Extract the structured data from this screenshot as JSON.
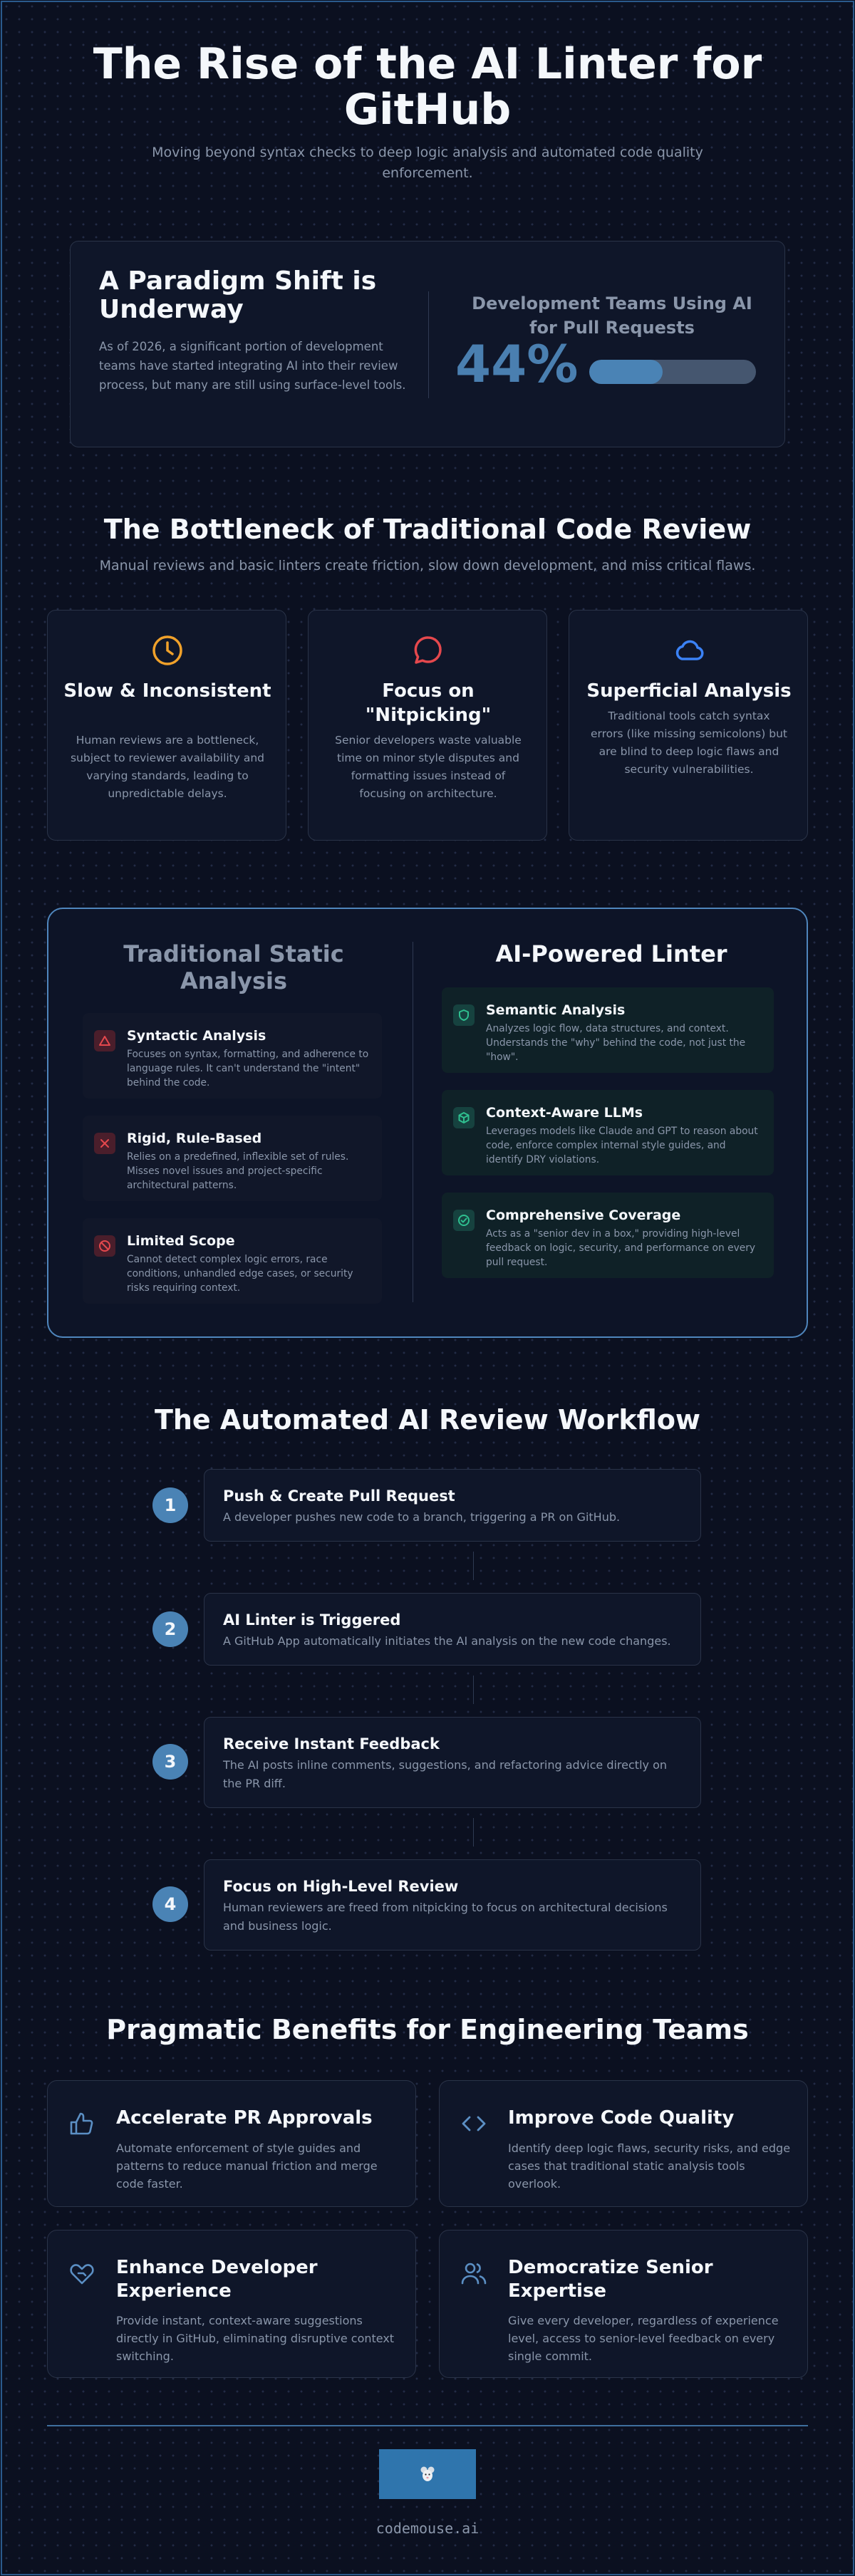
{
  "header": {
    "title": "The Rise of the AI Linter for GitHub",
    "subtitle": "Moving beyond syntax checks to deep logic analysis and automated code quality enforcement."
  },
  "paradigm": {
    "title": "A Paradigm Shift is Underway",
    "text": "As of 2026, a significant portion of development teams have started integrating AI into their review process, but many are still using surface-level tools.",
    "stat_label": "Development Teams Using AI for Pull Requests",
    "stat_value": "44%",
    "stat_fraction": 0.44,
    "accent": "#4a83b5"
  },
  "bottleneck": {
    "title": "The Bottleneck of Traditional Code Review",
    "subtitle": "Manual reviews and basic linters create friction, slow down development, and miss critical flaws.",
    "cards": [
      {
        "icon": "clock-icon",
        "color": "#f0a12a",
        "title": "Slow & Inconsistent",
        "text": "Human reviews are a bottleneck, subject to reviewer availability and varying standards, leading to unpredictable delays."
      },
      {
        "icon": "chat-bubble-icon",
        "color": "#e5484d",
        "title": "Focus on \"Nitpicking\"",
        "text": "Senior developers waste valuable time on minor style disputes and formatting issues instead of focusing on architecture."
      },
      {
        "icon": "cloud-icon",
        "color": "#3b82f6",
        "title": "Superficial Analysis",
        "text": "Traditional tools catch syntax errors (like missing semicolons) but are blind to deep logic flaws and security vulnerabilities."
      }
    ]
  },
  "comparison": {
    "left_title": "Traditional Static Analysis",
    "right_title": "AI-Powered Linter",
    "left_items": [
      {
        "icon": "warning-triangle-icon",
        "title": "Syntactic Analysis",
        "text": "Focuses on syntax, formatting, and adherence to language rules. It can't understand the \"intent\" behind the code."
      },
      {
        "icon": "x-icon",
        "title": "Rigid, Rule-Based",
        "text": "Relies on a predefined, inflexible set of rules. Misses novel issues and project-specific architectural patterns."
      },
      {
        "icon": "ban-icon",
        "title": "Limited Scope",
        "text": "Cannot detect complex logic errors, race conditions, unhandled edge cases, or security risks requiring context."
      }
    ],
    "right_items": [
      {
        "icon": "shield-icon",
        "title": "Semantic Analysis",
        "text": "Analyzes logic flow, data structures, and context. Understands the \"why\" behind the code, not just the \"how\"."
      },
      {
        "icon": "cube-icon",
        "title": "Context-Aware LLMs",
        "text": "Leverages models like Claude and GPT to reason about code, enforce complex internal style guides, and identify DRY violations."
      },
      {
        "icon": "check-circle-icon",
        "title": "Comprehensive Coverage",
        "text": "Acts as a \"senior dev in a box,\" providing high-level feedback on logic, security, and performance on every pull request."
      }
    ],
    "left_icon_color": "#e5484d",
    "right_icon_color": "#2fbf8f"
  },
  "workflow": {
    "title": "The Automated AI Review Workflow",
    "steps": [
      {
        "number": "1",
        "title": "Push & Create Pull Request",
        "text": "A developer pushes new code to a branch, triggering a PR on GitHub."
      },
      {
        "number": "2",
        "title": "AI Linter is Triggered",
        "text": "A GitHub App automatically initiates the AI analysis on the new code changes."
      },
      {
        "number": "3",
        "title": "Receive Instant Feedback",
        "text": "The AI posts inline comments, suggestions, and refactoring advice directly on the PR diff."
      },
      {
        "number": "4",
        "title": "Focus on High-Level Review",
        "text": "Human reviewers are freed from nitpicking to focus on architectural decisions and business logic."
      }
    ]
  },
  "benefits": {
    "title": "Pragmatic Benefits for Engineering Teams",
    "cards": [
      {
        "icon": "thumbs-up-icon",
        "title": "Accelerate PR Approvals",
        "text": "Automate enforcement of style guides and patterns to reduce manual friction and merge code faster."
      },
      {
        "icon": "code-brackets-icon",
        "title": "Improve Code Quality",
        "text": "Identify deep logic flaws, security risks, and edge cases that traditional static analysis tools overlook."
      },
      {
        "icon": "heart-hand-icon",
        "title": "Enhance Developer Experience",
        "text": "Provide instant, context-aware suggestions directly in GitHub, eliminating disruptive context switching."
      },
      {
        "icon": "users-icon",
        "title": "Democratize Senior Expertise",
        "text": "Give every developer, regardless of experience level, access to senior-level feedback on every single commit."
      }
    ],
    "icon_color": "#5b8fc4"
  },
  "footer": {
    "logo_icon": "mouse-logo-icon",
    "site": "codemouse.ai"
  }
}
